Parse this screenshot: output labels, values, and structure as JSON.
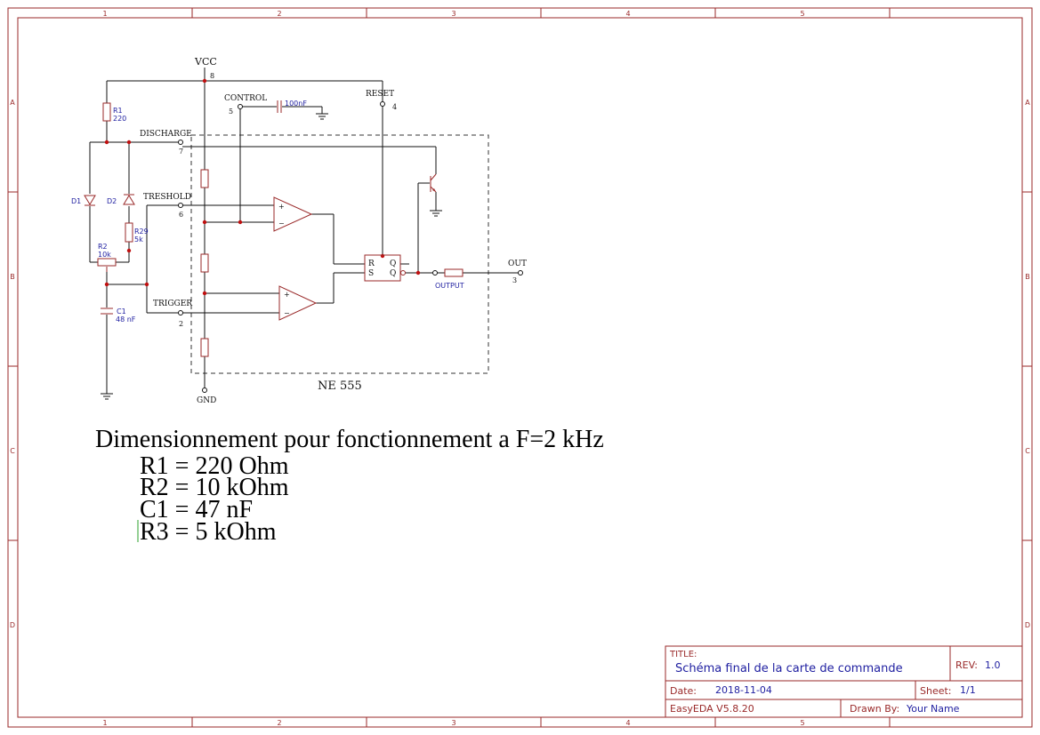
{
  "zones": {
    "columns": [
      "1",
      "2",
      "3",
      "4",
      "5"
    ],
    "rows": [
      "A",
      "B",
      "C",
      "D"
    ]
  },
  "nets": {
    "vcc": "VCC",
    "gnd": "GND",
    "out": "OUT"
  },
  "pins": {
    "vcc_num": "8",
    "control": "CONTROL",
    "control_num": "5",
    "reset": "RESET",
    "reset_num": "4",
    "discharge": "DISCHARGE",
    "discharge_num": "7",
    "threshold": "TRESHOLD",
    "threshold_num": "6",
    "trigger": "TRIGGER",
    "trigger_num": "2",
    "out_num": "3",
    "ff_r": "R",
    "ff_s": "S",
    "ff_q": "Q",
    "ff_qbar": "Q"
  },
  "components": {
    "r1_ref": "R1",
    "r1_val": "220",
    "r2_ref": "R2",
    "r2_val": "10k",
    "r29_ref": "R29",
    "r29_val": "5k",
    "c1_ref": "C1",
    "c1_val": "48 nF",
    "cap_control_val": "100nF",
    "d1_ref": "D1",
    "d2_ref": "D2",
    "output_label": "OUTPUT",
    "chip_name": "NE 555",
    "op_plus": "+",
    "op_minus": "−"
  },
  "notes": {
    "heading": "Dimensionnement pour fonctionnement a F=2 kHz",
    "lines": [
      "R1 = 220 Ohm",
      "R2 = 10 kOhm",
      "C1 = 47 nF",
      "R3 = 5 kOhm"
    ]
  },
  "title_block": {
    "title_label": "TITLE:",
    "title": "Schéma final de la carte de commande",
    "rev_label": "REV:",
    "rev": "1.0",
    "date_label": "Date:",
    "date": "2018-11-04",
    "sheet_label": "Sheet:",
    "sheet": "1/1",
    "software": "EasyEDA V5.8.20",
    "drawn_by_label": "Drawn By:",
    "drawn_by": "Your Name"
  },
  "colors": {
    "frame": "#9a2a2a",
    "wire": "#111111",
    "junction": "#c01010",
    "label_blue": "#1e1ea0"
  }
}
